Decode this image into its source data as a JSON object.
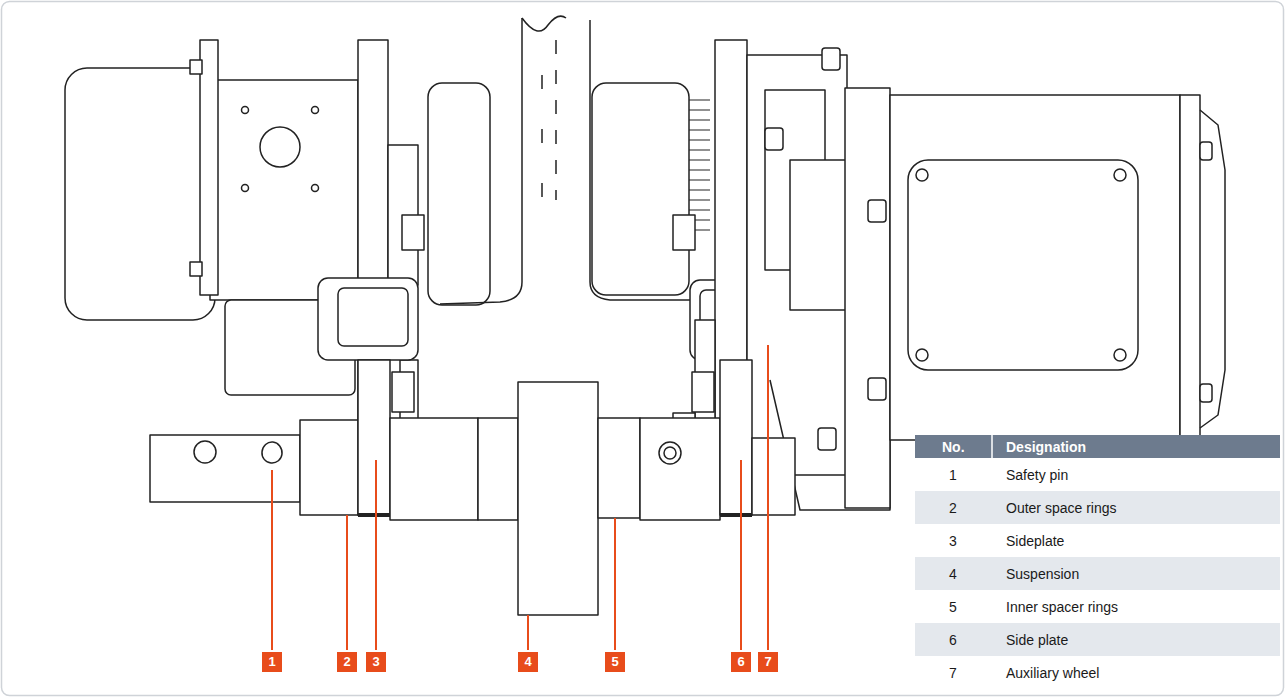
{
  "diagram": {
    "labels": [
      "No.",
      "Designation",
      "1",
      "Safety pin",
      "2",
      "Outer space rings",
      "3",
      "Sideplate",
      "4",
      "Suspension",
      "5",
      "Inner spacer rings",
      "6",
      "Side plate",
      "7",
      "Auxiliary wheel",
      "1",
      "2",
      "3",
      "4",
      "5",
      "6",
      "7"
    ]
  }
}
